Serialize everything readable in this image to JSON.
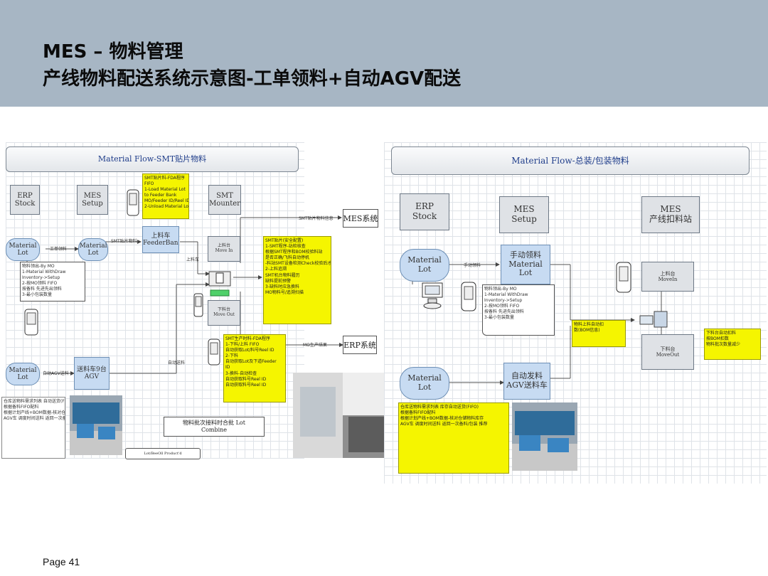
{
  "header": {
    "title_line1": "MES – 物料管理",
    "title_line2": "产线物料配送系统示意图-工单领料+自动AGV配送",
    "bg_color": "#a7b6c4"
  },
  "page_number": "Page 41",
  "left": {
    "title": "Material Flow-SMT贴片物料",
    "erp": {
      "l1": "ERP",
      "l2": "Stock"
    },
    "mes": {
      "l1": "MES",
      "l2": "Setup"
    },
    "smt": {
      "l1": "SMT",
      "l2": "Mounter"
    },
    "setup_note": [
      "SMT贴片料-FDA程序",
      "FIFO",
      "1-Load Material Lot",
      "to Feeder Bank",
      "MO/Feeder ID/Reel ID",
      "2-Unload Material Lot"
    ],
    "material_lot1": {
      "l1": "Material",
      "l2": "Lot"
    },
    "material_lot2": {
      "l1": "Material",
      "l2": "Lot"
    },
    "feederbank": {
      "l1": "上料车",
      "l2": "FeederBank"
    },
    "lbl_issue": "工单领料",
    "lbl_smt": "SMT贴片物料",
    "lbl_upline": "上料车",
    "lbl_to_mes": "SMT贴片物料信息",
    "lbl_to_erp": "MO生产结果",
    "mes_sys": "MES系统",
    "erp_sys": "ERP系统",
    "movein": {
      "l1": "上料台",
      "l2": "Move In"
    },
    "moveout": {
      "l1": "下料台",
      "l2": "Move Out"
    },
    "issue_note": [
      "物料领出-By MO",
      "1-Material WithDraw",
      "Inventory->Setup",
      "2-按MO领料 FIFO",
      "按备料 先进先出领料",
      "3-最小包装数量"
    ],
    "smt_note": [
      "SMT贴片(安全配置)",
      "1-SMT程序-站检核查",
      "根据SMT程序和BOM校验料站",
      "是否正确/飞料自动停机",
      "-料站SMT设备检测Check校验后才上机",
      "2-上料追溯",
      "SMT机台物料履历",
      "缺料提前预警",
      "3-缺料时应急换料",
      "MO物料号/追溯扫描"
    ],
    "prod_note": [
      "SMT生产时料-FDA程序",
      "1-下料/上料 FIFO",
      "自动获取Lot/料号Reel ID",
      "2-下料",
      "自动获取Lot及下道Feeder",
      "ID",
      "3-换料-自动检查",
      "自动获取料号Reel ID",
      "自动获取料号Reel ID"
    ],
    "material_lot3": {
      "l1": "Material",
      "l2": "Lot"
    },
    "agv": {
      "l1": "送料车9台",
      "l2": "AGV"
    },
    "lbl_agv": "自动AGV送料",
    "lbl_auto": "自动送料",
    "bottom_note": [
      "仓库送物料需求列表  自动送货(FIFO)",
      "根据备料FIFO配料",
      "根据计划产线+BOM数据-核对仓储物料库存",
      "AGV车 调度时间送料 返回一次备料/包装 推荐"
    ],
    "combine": {
      "l1": "物料批次接料时合批 Lot",
      "l2": "Combine"
    },
    "lot_strip": "Lot/BeeOll Product'd"
  },
  "right": {
    "title": "Material Flow-总装/包装物料",
    "erp": {
      "l1": "ERP",
      "l2": "Stock"
    },
    "mes": {
      "l1": "MES",
      "l2": "Setup"
    },
    "mes_station": {
      "l1": "MES",
      "l2": "产线扣料站"
    },
    "material_lot1": {
      "l1": "Material",
      "l2": "Lot"
    },
    "manual_issue": {
      "l1": "手动领料",
      "l2": "Material",
      "l3": "Lot"
    },
    "lbl_manual": "手动领料",
    "issue_note": [
      "物料领出-By MO",
      "1-Material WithDraw",
      "Inventory->Setup",
      "2-按MO领料 FIFO",
      "按备料 先进先出领料",
      "3-最小包装数量"
    ],
    "movein": {
      "l1": "上料台",
      "l2": "MoveIn"
    },
    "moveout": {
      "l1": "下料台",
      "l2": "MoveOut"
    },
    "note_mid": [
      "物料上料自动扣",
      "数(BOM信息)"
    ],
    "note_right": [
      "下料台自动扣料",
      "按BOM扣数",
      "物料批次数量减少"
    ],
    "material_lot2": {
      "l1": "Material",
      "l2": "Lot"
    },
    "auto_issue": {
      "l1": "自动发料",
      "l2": "AGV送料车"
    },
    "bottom_note": [
      "仓库送物料需求列表  库存自动送货(FIFO)",
      "根据备料FIFO配料",
      "根据计划产线+BOM数据-核对仓储物料库存",
      "AGV车 调度时间送料 返回一次备料/包装 推荐"
    ]
  }
}
